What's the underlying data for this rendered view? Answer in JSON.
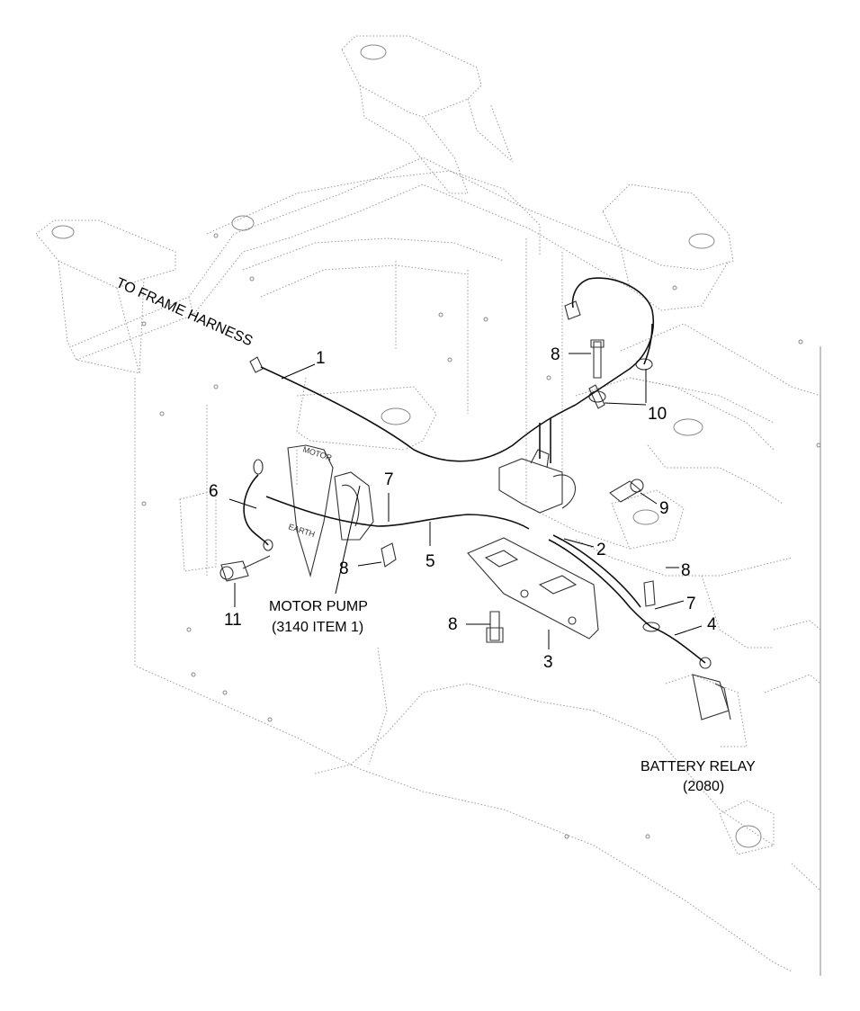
{
  "labels": {
    "to_frame_harness": "TO FRAME HARNESS",
    "motor_pump": "MOTOR PUMP",
    "motor_pump_ref": "(3140 ITEM 1)",
    "battery_relay": "BATTERY RELAY",
    "battery_relay_ref": "(2080)",
    "motor_tag": "MOTOR",
    "earth_tag": "EARTH"
  },
  "callouts": {
    "c1": "1",
    "c2": "2",
    "c3": "3",
    "c4": "4",
    "c5": "5",
    "c6": "6",
    "c7a": "7",
    "c7b": "7",
    "c8a": "8",
    "c8b": "8",
    "c8c": "8",
    "c8d": "8",
    "c9": "9",
    "c10": "10",
    "c11": "11"
  }
}
